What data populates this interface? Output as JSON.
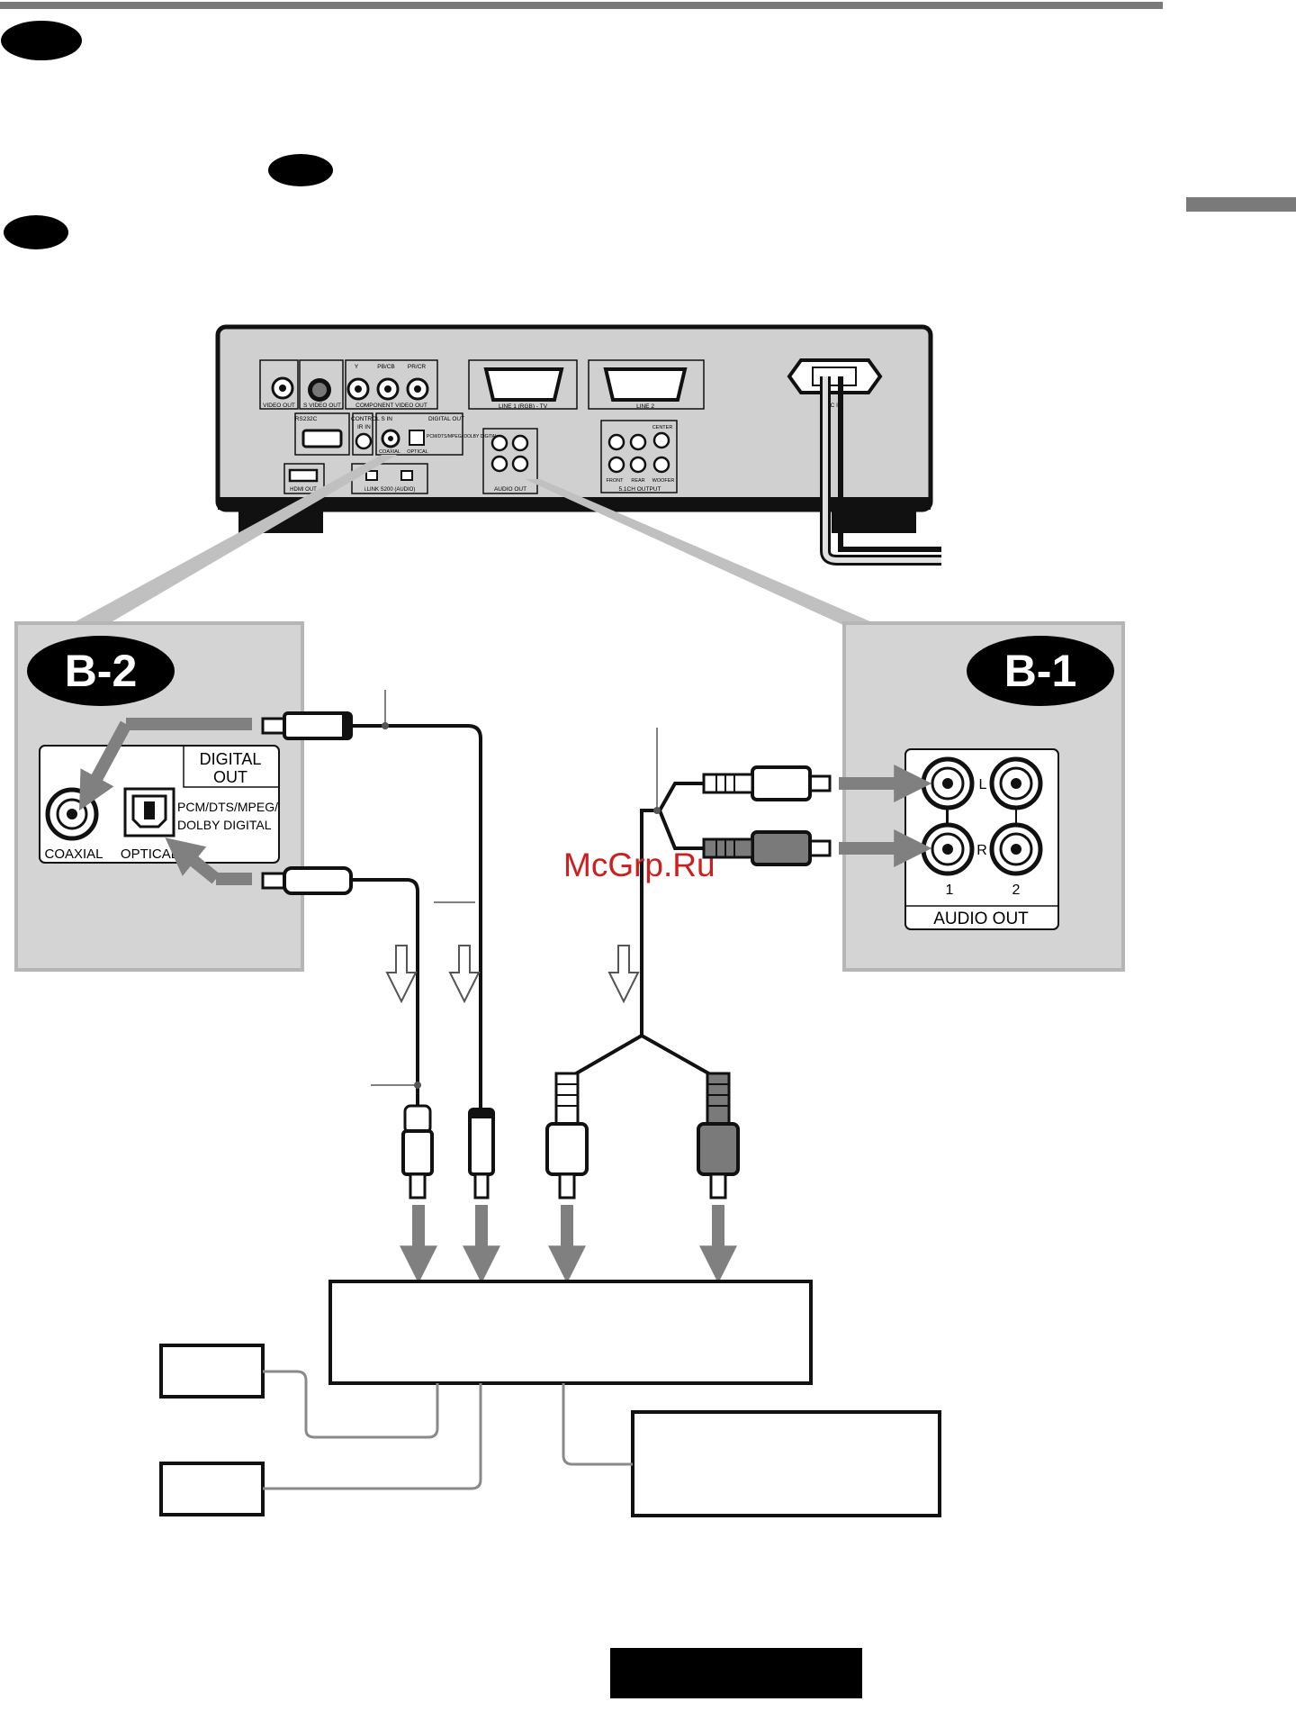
{
  "colors": {
    "panel": "#d4d4d4",
    "panel_border": "#b5b5b5",
    "arrow": "#808080",
    "watermark": "#cc2020",
    "black": "#000000"
  },
  "icons": [
    "black-oval-marker-icon",
    "down-outline-arrow-icon",
    "thick-gray-arrow-icon"
  ],
  "panel_b2": {
    "label": "B-2",
    "digital_out": [
      "DIGITAL",
      "OUT"
    ],
    "coaxial": "COAXIAL",
    "optical": "OPTICAL",
    "formats": [
      "PCM/DTS/MPEG/",
      "DOLBY DIGITAL"
    ]
  },
  "panel_b1": {
    "label": "B-1",
    "left": "L",
    "right": "R",
    "col1": "1",
    "col2": "2",
    "audio_out": "AUDIO OUT"
  },
  "rear_panel": {
    "video_out": "VIDEO OUT",
    "s_video_out": "S VIDEO OUT",
    "component": "COMPONENT VIDEO OUT",
    "comp_y": "Y",
    "comp_pb": "PB/CB",
    "comp_pr": "PR/CR",
    "line1": "LINE 1 (RGB) - TV",
    "line2": "LINE 2",
    "rs232c": "RS232C",
    "control_s": "CONTROL S IN",
    "ir_in": "IR IN",
    "digital_out": "DIGITAL OUT",
    "coaxial": "COAXIAL",
    "optical": "OPTICAL",
    "formats": "PCM/DTS/MPEG/ DOLBY DIGITAL",
    "audio_out": "AUDIO OUT",
    "ch51": "5.1CH OUTPUT",
    "center": "CENTER",
    "front": "FRONT",
    "rear": "REAR",
    "woofer": "WOOFER",
    "hdmi": "HDMI OUT",
    "ilink": "i.LINK S200 (AUDIO)",
    "ac_in": "AC IN"
  },
  "watermark": "McGrp.Ru"
}
